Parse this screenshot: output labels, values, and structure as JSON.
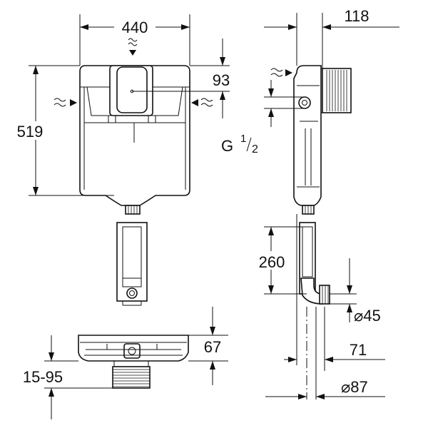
{
  "dimensions": {
    "width_total": "440",
    "depth_total": "118",
    "top_offset": "93",
    "height_total": "519",
    "thread": {
      "prefix": "G",
      "num": "1",
      "den": "2"
    },
    "drain_height": "260",
    "outlet_diameter": "⌀45",
    "outlet_offset": "71",
    "drain_diameter": "⌀87",
    "base_height": "67",
    "adjust_range": "15-95"
  },
  "icons": {
    "water_inlet": "water-wave-icon",
    "dimension_arrow": "arrow-head-icon"
  },
  "colors": {
    "line": "#111111",
    "background": "#ffffff"
  }
}
